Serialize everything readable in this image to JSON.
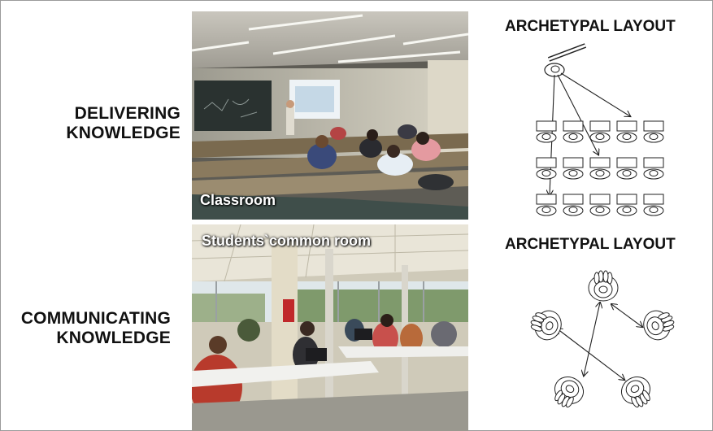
{
  "rows": [
    {
      "label_lines": [
        "DELIVERING",
        "KNOWLEDGE"
      ],
      "photo_caption": "Classroom",
      "layout_title": "ARCHETYPAL LAYOUT"
    },
    {
      "label_lines": [
        "COMMUNICATING",
        "KNOWLEDGE"
      ],
      "photo_caption": "Students`common room",
      "layout_title": "ARCHETYPAL LAYOUT"
    }
  ],
  "colors": {
    "ink": "#111111",
    "classroom_floor": "#3f4e4a",
    "common_room_wall": "#e8e2cf",
    "diagram_line": "#222222"
  }
}
